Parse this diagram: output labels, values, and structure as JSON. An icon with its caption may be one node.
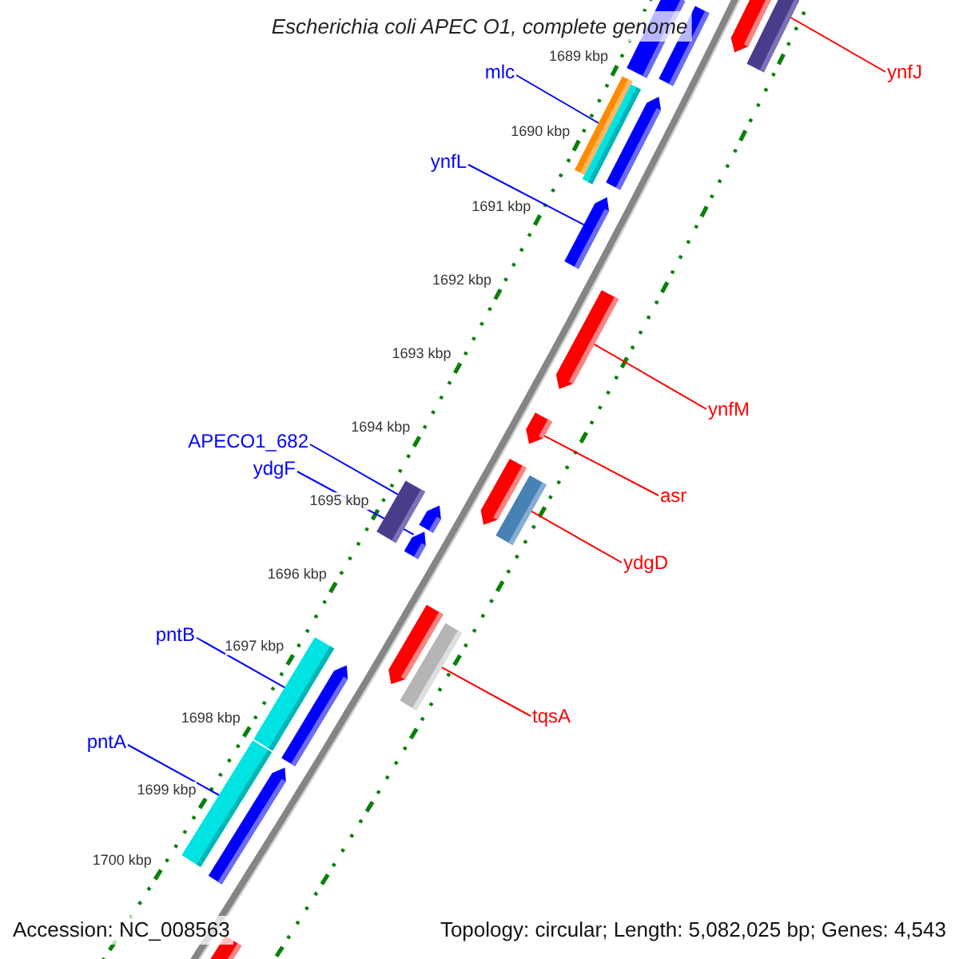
{
  "diagram": {
    "title": "Escherichia coli APEC O1, complete genome",
    "nodes": [
      {
        "text": [
          "mlc"
        ]
      },
      {
        "text": [
          "ynfJ"
        ]
      },
      {
        "text": [
          "ynfL"
        ]
      },
      {
        "text": [
          "ynfM"
        ]
      },
      {
        "text": [
          "APECO1_682"
        ]
      },
      {
        "text": [
          "ydgF"
        ]
      },
      {
        "text": [
          "asr"
        ]
      },
      {
        "text": [
          "ydgD"
        ]
      },
      {
        "text": [
          "pntB"
        ]
      },
      {
        "text": [
          "tqsA"
        ]
      },
      {
        "text": [
          "pntA"
        ]
      },
      {
        "text": [],
        "shape": "bar"
      },
      {
        "text": [],
        "shape": "bar"
      },
      {
        "text": [],
        "shape": "pentagon"
      },
      {
        "text": [],
        "shape": "bar"
      },
      {
        "text": [],
        "shape": "bar"
      },
      {
        "text": [],
        "shape": "bar"
      },
      {
        "text": [],
        "shape": "pentagon"
      },
      {
        "text": [],
        "shape": "pentagon"
      },
      {
        "text": [],
        "shape": "pentagon"
      },
      {
        "text": [],
        "shape": "pentagon"
      },
      {
        "text": [],
        "shape": "pentagon"
      },
      {
        "text": [],
        "shape": "bar"
      },
      {
        "text": [],
        "shape": "bar"
      },
      {
        "text": [],
        "shape": "pentagon"
      },
      {
        "text": [],
        "shape": "pentagon"
      },
      {
        "text": [],
        "shape": "pentagon"
      },
      {
        "text": [],
        "shape": "bar"
      },
      {
        "text": [],
        "shape": "bar"
      },
      {
        "text": [],
        "shape": "pentagon"
      },
      {
        "text": [],
        "shape": "bar"
      },
      {
        "text": [],
        "shape": "pentagon"
      },
      {
        "text": [],
        "shape": "bar"
      }
    ],
    "edges": [
      {
        "from": 0,
        "to": 15,
        "arrow": "none"
      },
      {
        "from": 1,
        "to": 14,
        "arrow": "none",
        "color": "#ff0000"
      },
      {
        "from": 2,
        "to": 18,
        "arrow": "none"
      },
      {
        "from": 3,
        "to": 19,
        "arrow": "none",
        "color": "#ff0000"
      },
      {
        "from": 4,
        "to": 23,
        "arrow": "none"
      },
      {
        "from": 5,
        "to": 25,
        "arrow": "none"
      },
      {
        "from": 6,
        "to": 20,
        "arrow": "none",
        "color": "#ff0000"
      },
      {
        "from": 7,
        "to": 22,
        "arrow": "none",
        "color": "#ff0000"
      },
      {
        "from": 8,
        "to": 28,
        "arrow": "none"
      },
      {
        "from": 9,
        "to": 27,
        "arrow": "none",
        "color": "#ff0000"
      },
      {
        "from": 10,
        "to": 30,
        "arrow": "none"
      }
    ],
    "labels": [
      "1689 kbp",
      "1690 kbp",
      "1691 kbp",
      "1692 kbp",
      "1693 kbp",
      "1694 kbp",
      "1695 kbp",
      "1696 kbp",
      "1697 kbp",
      "1698 kbp",
      "1699 kbp",
      "1700 kbp",
      "Accession: NC_008563",
      "Topology: circular; Length: 5,082,025 bp; Genes: 4,543"
    ]
  }
}
